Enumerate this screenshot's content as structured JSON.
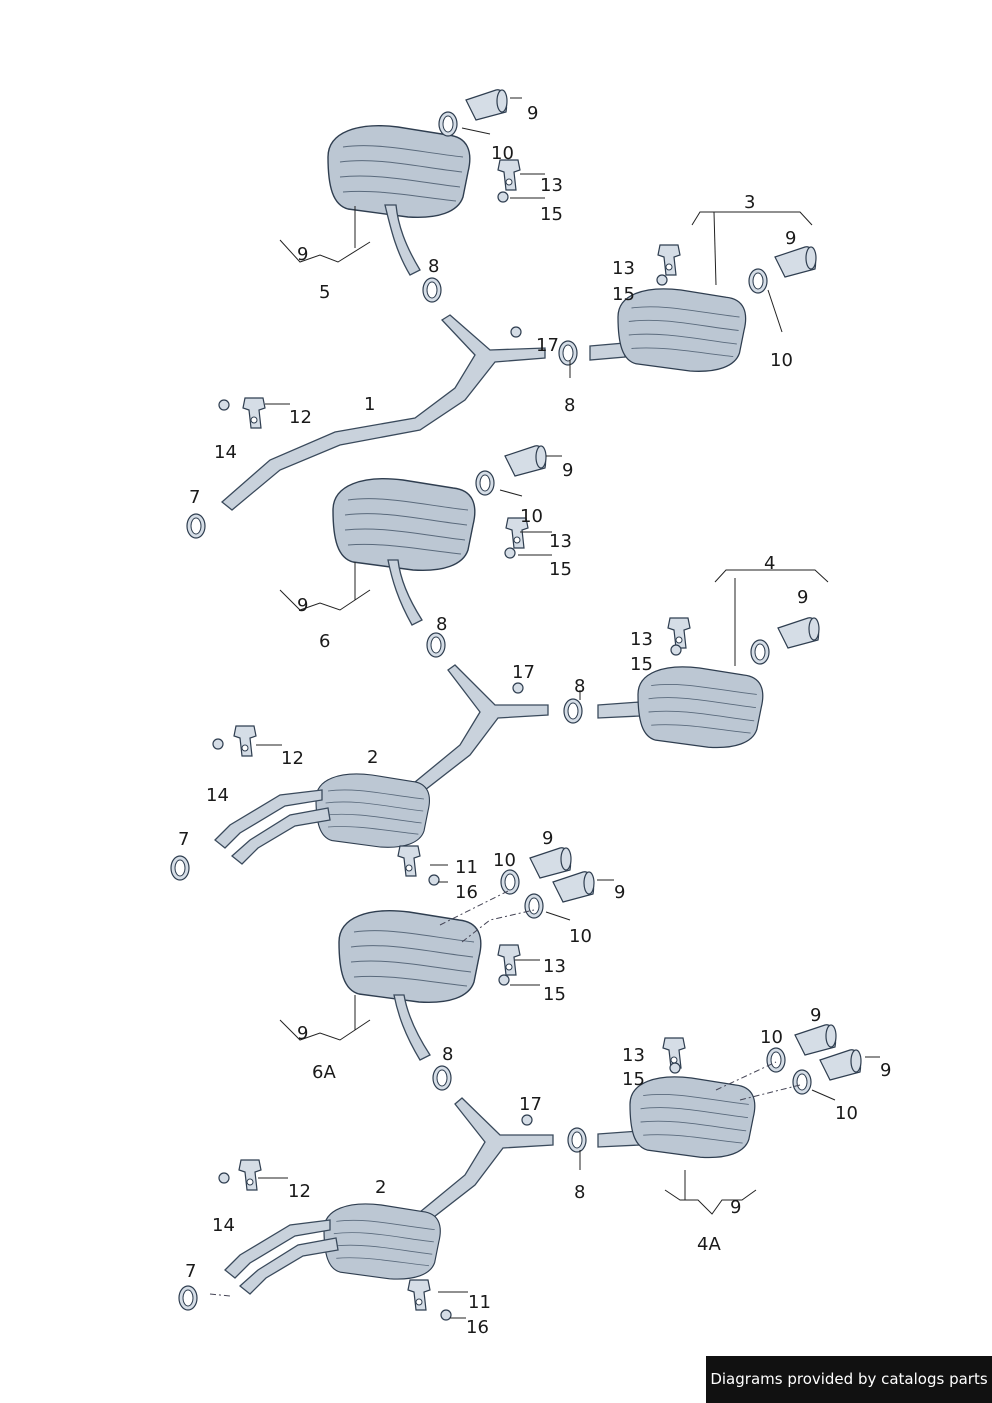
{
  "callouts": {
    "a_9_tip": "9",
    "a_10": "10",
    "a_13": "13",
    "a_15": "15",
    "a_9_brace": "9",
    "a_5": "5",
    "a_8": "8",
    "a_3": "3",
    "a_13b": "13",
    "a_15b": "15",
    "a_9b": "9",
    "a_10b": "10",
    "a_17": "17",
    "a_8b": "8",
    "a_1": "1",
    "a_12": "12",
    "a_14": "14",
    "a_7": "7",
    "b_9_tip": "9",
    "b_10": "10",
    "b_13": "13",
    "b_15": "15",
    "b_9_brace": "9",
    "b_6": "6",
    "b_8": "8",
    "b_4": "4",
    "b_9b": "9",
    "b_13b": "13",
    "b_15b": "15",
    "b_17": "17",
    "b_8b": "8",
    "b_2": "2",
    "b_12": "12",
    "b_14": "14",
    "b_7": "7",
    "b_11": "11",
    "b_16": "16",
    "c_9a": "9",
    "c_10a": "10",
    "c_9b": "9",
    "c_10b": "10",
    "c_13": "13",
    "c_15": "15",
    "c_9_brace": "9",
    "c_6a": "6A",
    "c_8": "8",
    "c_13b": "13",
    "c_15b": "15",
    "c_10c": "10",
    "c_9c": "9",
    "c_9d": "9",
    "c_10d": "10",
    "c_17": "17",
    "c_8b": "8",
    "c_9_brace2": "9",
    "c_4a": "4A",
    "c_2": "2",
    "c_12": "12",
    "c_14": "14",
    "c_7": "7",
    "c_11": "11",
    "c_16": "16"
  },
  "credit": "Diagrams provided by catalogs parts"
}
